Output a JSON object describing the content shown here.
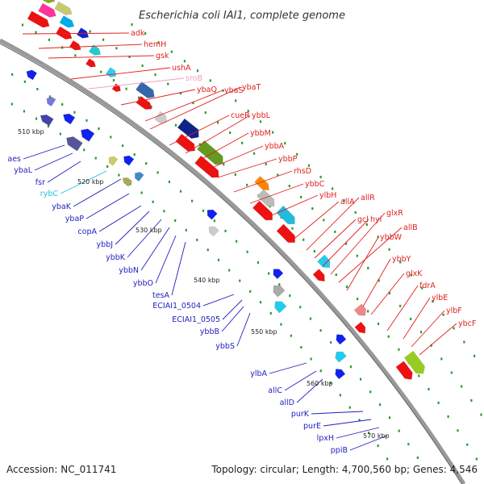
{
  "title": "Escherichia coli IAI1, complete genome",
  "footer": {
    "accession": "Accession: NC_011741",
    "topology": "Topology: circular; Length: 4,700,560 bp; Genes: 4,546"
  },
  "colors": {
    "forward_label": "#e02020",
    "reverse_label": "#1f1fbf",
    "rna_label_light": "#f0a0c0",
    "rna_label_cyan": "#20c0e0",
    "forward_gene": "#ee1111",
    "reverse_gene": "#2222ee",
    "backbone": "#999999",
    "ticks": "#2a9a2a"
  },
  "kbp_labels": [
    "510 kbp",
    "520 kbp",
    "530 kbp",
    "540 kbp",
    "550 kbp",
    "560 kbp",
    "570 kbp"
  ],
  "outer_labels": [
    {
      "text": "adk",
      "color": "#e02020"
    },
    {
      "text": "hemH",
      "color": "#e02020"
    },
    {
      "text": "gsk",
      "color": "#e02020"
    },
    {
      "text": "ushA",
      "color": "#e02020"
    },
    {
      "text": "sroB",
      "color": "#f0a0c0"
    },
    {
      "text": "ybaQ",
      "color": "#e02020"
    },
    {
      "text": "ybaS",
      "color": "#e02020"
    },
    {
      "text": "ybaT",
      "color": "#e02020"
    },
    {
      "text": "cueR",
      "color": "#e02020"
    },
    {
      "text": "ybbL",
      "color": "#e02020"
    },
    {
      "text": "ybbM",
      "color": "#e02020"
    },
    {
      "text": "ybbA",
      "color": "#e02020"
    },
    {
      "text": "ybbP",
      "color": "#e02020"
    },
    {
      "text": "rhsD",
      "color": "#e02020"
    },
    {
      "text": "ybbC",
      "color": "#e02020"
    },
    {
      "text": "ylbH",
      "color": "#e02020"
    },
    {
      "text": "allA",
      "color": "#e02020"
    },
    {
      "text": "allR",
      "color": "#e02020"
    },
    {
      "text": "gcl",
      "color": "#e02020"
    },
    {
      "text": "hyi",
      "color": "#e02020"
    },
    {
      "text": "glxR",
      "color": "#e02020"
    },
    {
      "text": "allB",
      "color": "#e02020"
    },
    {
      "text": "ybbW",
      "color": "#e02020"
    },
    {
      "text": "ybbY",
      "color": "#e02020"
    },
    {
      "text": "glxK",
      "color": "#e02020"
    },
    {
      "text": "fdrA",
      "color": "#e02020"
    },
    {
      "text": "ylbE",
      "color": "#e02020"
    },
    {
      "text": "ylbF",
      "color": "#e02020"
    },
    {
      "text": "ybcF",
      "color": "#e02020"
    }
  ],
  "inner_labels": [
    {
      "text": "aes",
      "color": "#1f1fbf"
    },
    {
      "text": "ybaL",
      "color": "#1f1fbf"
    },
    {
      "text": "fsr",
      "color": "#1f1fbf"
    },
    {
      "text": "rybC",
      "color": "#20c0e0"
    },
    {
      "text": "ybaK",
      "color": "#1f1fbf"
    },
    {
      "text": "ybaP",
      "color": "#1f1fbf"
    },
    {
      "text": "copA",
      "color": "#1f1fbf"
    },
    {
      "text": "ybbJ",
      "color": "#1f1fbf"
    },
    {
      "text": "ybbK",
      "color": "#1f1fbf"
    },
    {
      "text": "ybbN",
      "color": "#1f1fbf"
    },
    {
      "text": "ybbO",
      "color": "#1f1fbf"
    },
    {
      "text": "tesA",
      "color": "#1f1fbf"
    },
    {
      "text": "ECIAI1_0504",
      "color": "#1f1fbf"
    },
    {
      "text": "ECIAI1_0505",
      "color": "#1f1fbf"
    },
    {
      "text": "ybbB",
      "color": "#1f1fbf"
    },
    {
      "text": "ybbS",
      "color": "#1f1fbf"
    },
    {
      "text": "ylbA",
      "color": "#1f1fbf"
    },
    {
      "text": "allC",
      "color": "#1f1fbf"
    },
    {
      "text": "allD",
      "color": "#1f1fbf"
    },
    {
      "text": "purK",
      "color": "#1f1fbf"
    },
    {
      "text": "purE",
      "color": "#1f1fbf"
    },
    {
      "text": "lpxH",
      "color": "#1f1fbf"
    },
    {
      "text": "ppiB",
      "color": "#1f1fbf"
    }
  ]
}
